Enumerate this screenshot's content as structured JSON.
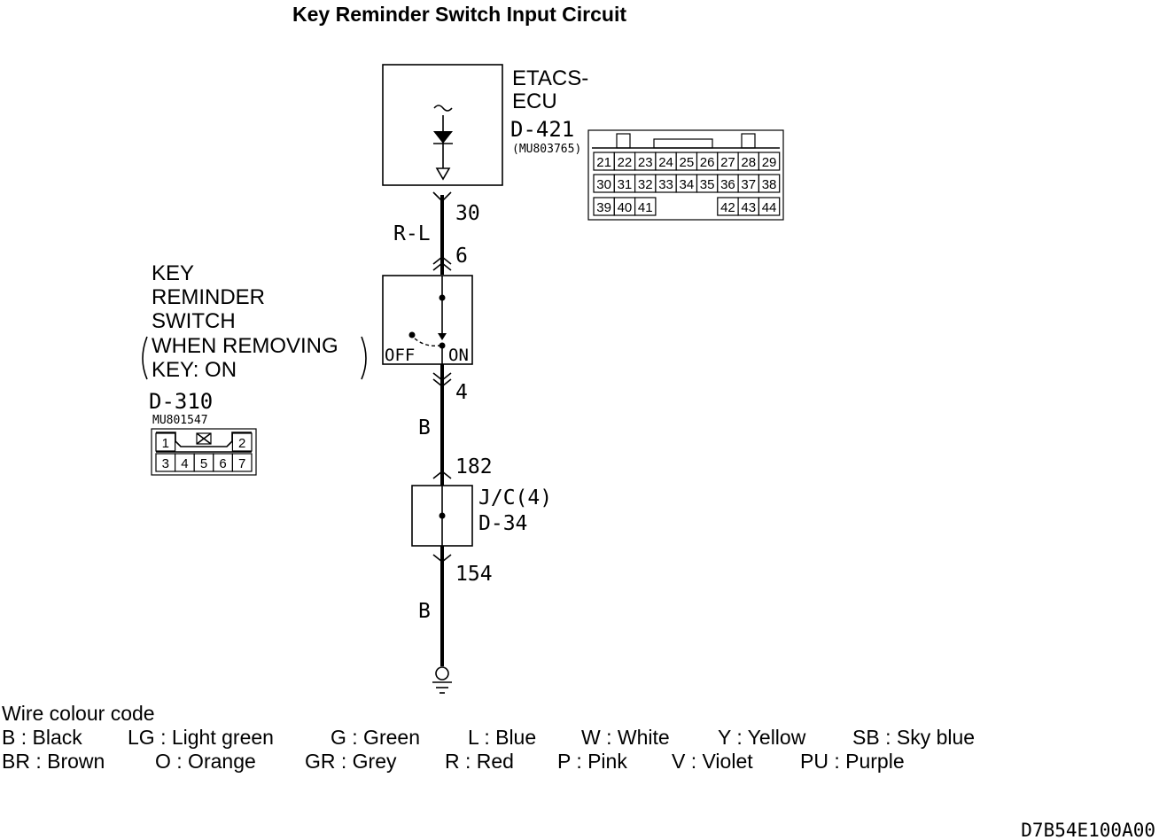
{
  "title": "Key Reminder Switch Input Circuit",
  "ecu": {
    "name_line1": "ETACS-",
    "name_line2": "ECU",
    "connector": "D-421",
    "part_no": "(MU803765)",
    "terminal": "30",
    "pins_row1": [
      "21",
      "22",
      "23",
      "24",
      "25",
      "26",
      "27",
      "28",
      "29"
    ],
    "pins_row2": [
      "30",
      "31",
      "32",
      "33",
      "34",
      "35",
      "36",
      "37",
      "38"
    ],
    "pins_row3_left": [
      "39",
      "40",
      "41"
    ],
    "pins_row3_right": [
      "42",
      "43",
      "44"
    ]
  },
  "wires": {
    "upper": "R-L",
    "middle": "B",
    "lower": "B"
  },
  "key_switch": {
    "name_line1": "KEY",
    "name_line2": "REMINDER",
    "name_line3": "SWITCH",
    "condition_line1": "WHEN REMOVING",
    "condition_line2": "KEY: ON",
    "connector": "D-310",
    "part_no": "MU801547",
    "terminal_top": "6",
    "terminal_bottom": "4",
    "off_label": "OFF",
    "on_label": "ON",
    "pins_row1": [
      "1",
      "2"
    ],
    "pins_row2": [
      "3",
      "4",
      "5",
      "6",
      "7"
    ]
  },
  "junction": {
    "name": "J/C(4)",
    "connector": "D-34",
    "terminal_top": "182",
    "terminal_bottom": "154"
  },
  "legend": {
    "heading": "Wire colour code",
    "row1": [
      "B : Black",
      "LG : Light green",
      "G : Green",
      "L : Blue",
      "W : White",
      "Y : Yellow",
      "SB : Sky blue"
    ],
    "row2": [
      "BR : Brown",
      "O : Orange",
      "GR : Grey",
      "R : Red",
      "P : Pink",
      "V : Violet",
      "PU : Purple"
    ]
  },
  "figure_code": "D7B54E100A00"
}
